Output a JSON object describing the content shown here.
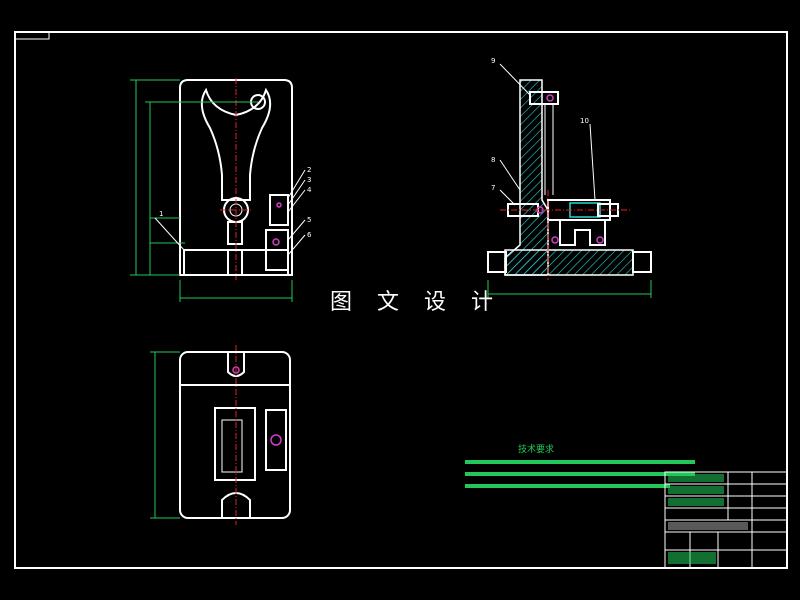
{
  "watermark": "图 文 设 计",
  "technical_requirements": {
    "title": "技术要求"
  },
  "part_callouts": [
    "1",
    "2",
    "3",
    "4",
    "5",
    "6",
    "7",
    "8",
    "9",
    "10"
  ],
  "colors": {
    "background": "#000000",
    "outline": "#ffffff",
    "dimension": "#22c85a",
    "centerline": "#e02020",
    "bolt": "#d23cc8",
    "section": "#2ad4d4"
  }
}
